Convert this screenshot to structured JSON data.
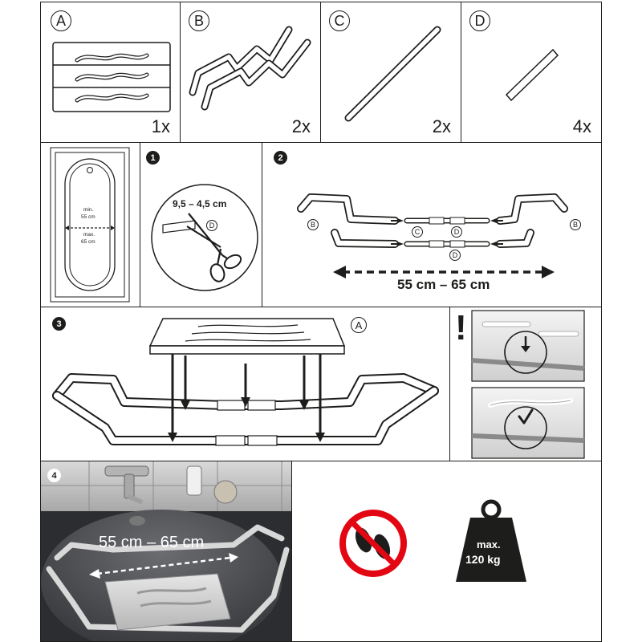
{
  "parts": [
    {
      "letter": "A",
      "qty": "1x",
      "icon": "seat-board-icon"
    },
    {
      "letter": "B",
      "qty": "2x",
      "icon": "bent-rail-icon"
    },
    {
      "letter": "C",
      "qty": "2x",
      "icon": "straight-tube-icon"
    },
    {
      "letter": "D",
      "qty": "4x",
      "icon": "short-connector-icon"
    }
  ],
  "tub_diagram": {
    "min_label": "min.",
    "min_value": "55 cm",
    "max_label": "max.",
    "max_value": "65 cm"
  },
  "step1": {
    "number": "1",
    "cut_length": "9,5 – 4,5 cm",
    "part_label": "D"
  },
  "step2": {
    "number": "2",
    "part_b": "B",
    "part_c": "C",
    "part_d": "D",
    "range": "55 cm – 65 cm"
  },
  "step3": {
    "number": "3",
    "part_a": "A",
    "warning": "!"
  },
  "step4": {
    "number": "4",
    "range": "55 cm – 65 cm"
  },
  "safety": {
    "weight_line1": "max.",
    "weight_line2": "120 kg",
    "no_standing_icon": "no-standing-sign-icon",
    "weight_icon": "weight-icon"
  },
  "colors": {
    "ink": "#1d1d1b",
    "prohibition_red": "#e30613",
    "photo_dark": "#3d3f42"
  }
}
